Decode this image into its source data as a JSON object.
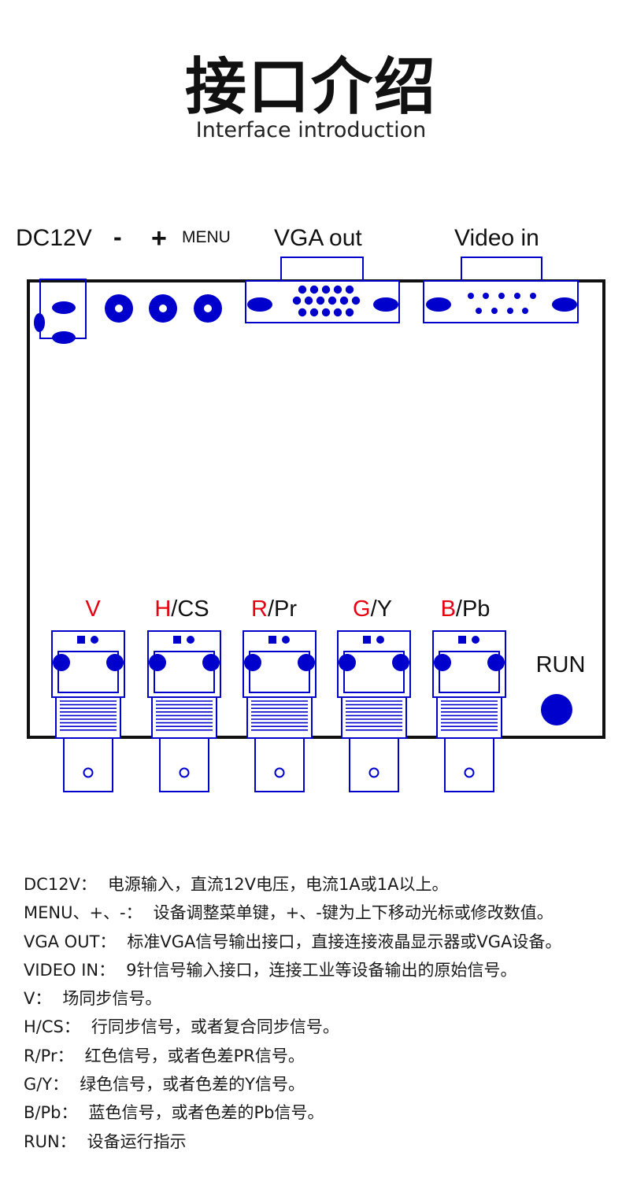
{
  "header": {
    "title": "接口介绍",
    "subtitle": "Interface introduction"
  },
  "top_labels": {
    "dc12v": "DC12V",
    "minus": "-",
    "plus": "+",
    "menu": "MENU",
    "vga_out": "VGA out",
    "video_in": "Video in"
  },
  "ports": [
    {
      "prefix": "V",
      "suffix": ""
    },
    {
      "prefix": "H",
      "suffix": "/CS"
    },
    {
      "prefix": "R",
      "suffix": "/Pr"
    },
    {
      "prefix": "G",
      "suffix": "/Y"
    },
    {
      "prefix": "B",
      "suffix": "/Pb"
    }
  ],
  "run_label": "RUN",
  "colors": {
    "accent": "#0000cc",
    "label_red": "#e60012",
    "outline": "#111111"
  },
  "descriptions": [
    {
      "key": "DC12V：",
      "text": "电源输入，直流12V电压，电流1A或1A以上。"
    },
    {
      "key": "MENU、+、-：",
      "text": "设备调整菜单键，+、-键为上下移动光标或修改数值。"
    },
    {
      "key": "VGA OUT：",
      "text": "标准VGA信号输出接口，直接连接液晶显示器或VGA设备。"
    },
    {
      "key": "VIDEO IN：",
      "text": "9针信号输入接口，连接工业等设备输出的原始信号。"
    },
    {
      "key": "V：",
      "text": "场同步信号。"
    },
    {
      "key": "H/CS：",
      "text": "行同步信号，或者复合同步信号。"
    },
    {
      "key": "R/Pr：",
      "text": "红色信号，或者色差PR信号。"
    },
    {
      "key": "G/Y：",
      "text": "绿色信号，或者色差的Y信号。"
    },
    {
      "key": "B/Pb：",
      "text": "蓝色信号，或者色差的Pb信号。"
    },
    {
      "key": "RUN：",
      "text": "设备运行指示"
    }
  ]
}
